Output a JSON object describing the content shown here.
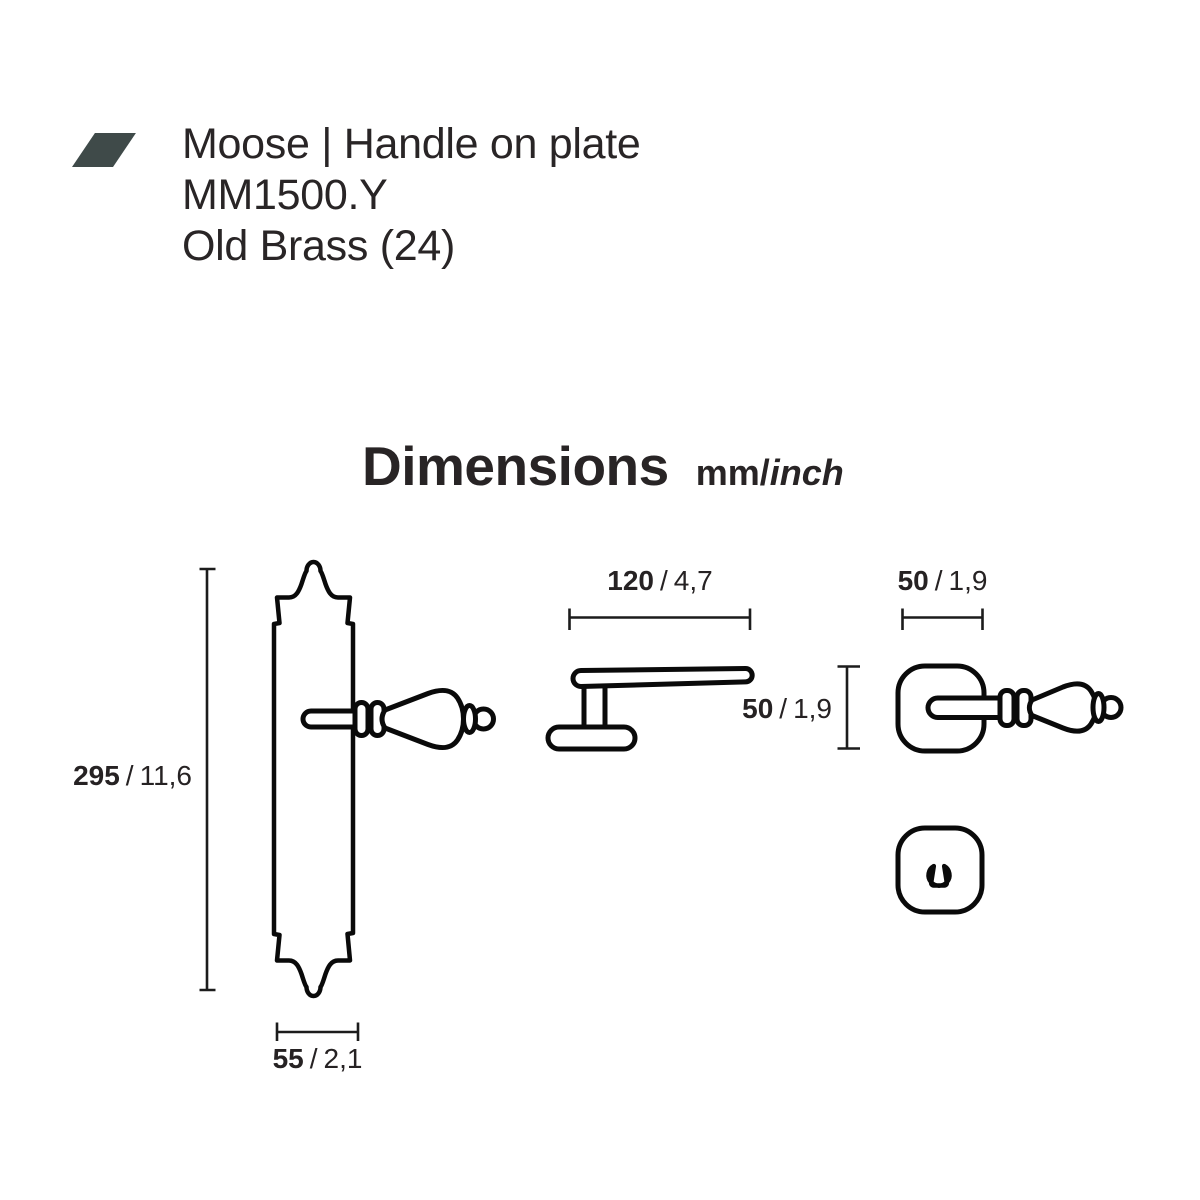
{
  "header": {
    "logo_color": "#3f4a49",
    "title": "Moose | Handle on plate",
    "model": "MM1500.Y",
    "finish": "Old Brass (24)"
  },
  "section_title": {
    "text": "Dimensions",
    "unit_mm": "mm",
    "unit_separator": "/",
    "unit_inch": "inch"
  },
  "labels": {
    "separator": "/"
  },
  "dimensions": {
    "plate_height": {
      "mm": "295",
      "inch": "11,6"
    },
    "plate_width": {
      "mm": "55",
      "inch": "2,1"
    },
    "handle_length": {
      "mm": "120",
      "inch": "4,7"
    },
    "handle_projection": {
      "mm": "50",
      "inch": "1,9"
    },
    "rose_width": {
      "mm": "50",
      "inch": "1,9"
    }
  },
  "drawing": {
    "stroke_color": "#0a0a0a",
    "views": [
      "handle-on-plate-front-view",
      "handle-side-view",
      "handle-on-rose-front-view",
      "keyhole-escutcheon-front-view"
    ]
  }
}
